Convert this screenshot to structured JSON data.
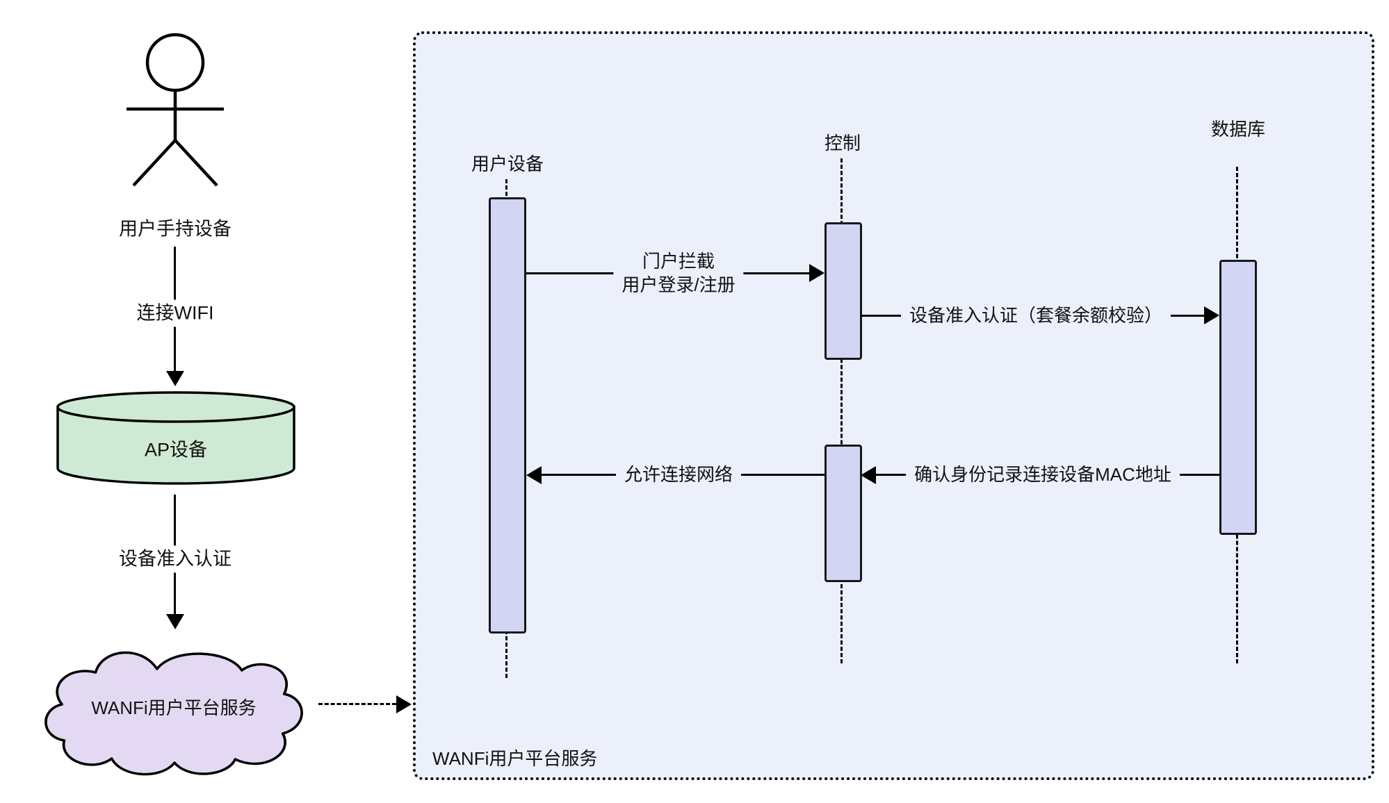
{
  "left_flow": {
    "actor_label": "用户手持设备",
    "connect_wifi_label": "连接WIFI",
    "ap_device_label": "AP设备",
    "auth_label": "设备准入认证",
    "cloud_label": "WANFi用户平台服务"
  },
  "frame": {
    "title": "WANFi用户平台服务",
    "participants": [
      {
        "label": "用户设备",
        "type": "actor"
      },
      {
        "label": "控制",
        "type": "control"
      },
      {
        "label": "数据库",
        "type": "database"
      }
    ],
    "messages": [
      {
        "line1": "门户拦截",
        "line2": "用户登录/注册",
        "from": "用户设备",
        "to": "控制"
      },
      {
        "label": "设备准入认证（套餐余额校验）",
        "from": "控制",
        "to": "数据库"
      },
      {
        "label": "确认身份记录连接设备MAC地址",
        "from": "数据库",
        "to": "控制"
      },
      {
        "label": "允许连接网络",
        "from": "控制",
        "to": "用户设备"
      }
    ]
  },
  "colors": {
    "frame_bg": "#ECF0FA",
    "activation_fill": "#D2D6F3",
    "ap_fill": "#CFEAD4",
    "cloud_fill": "#E4D9F3",
    "line_color": "#000000",
    "shape_fill": "#FFFFFF"
  }
}
